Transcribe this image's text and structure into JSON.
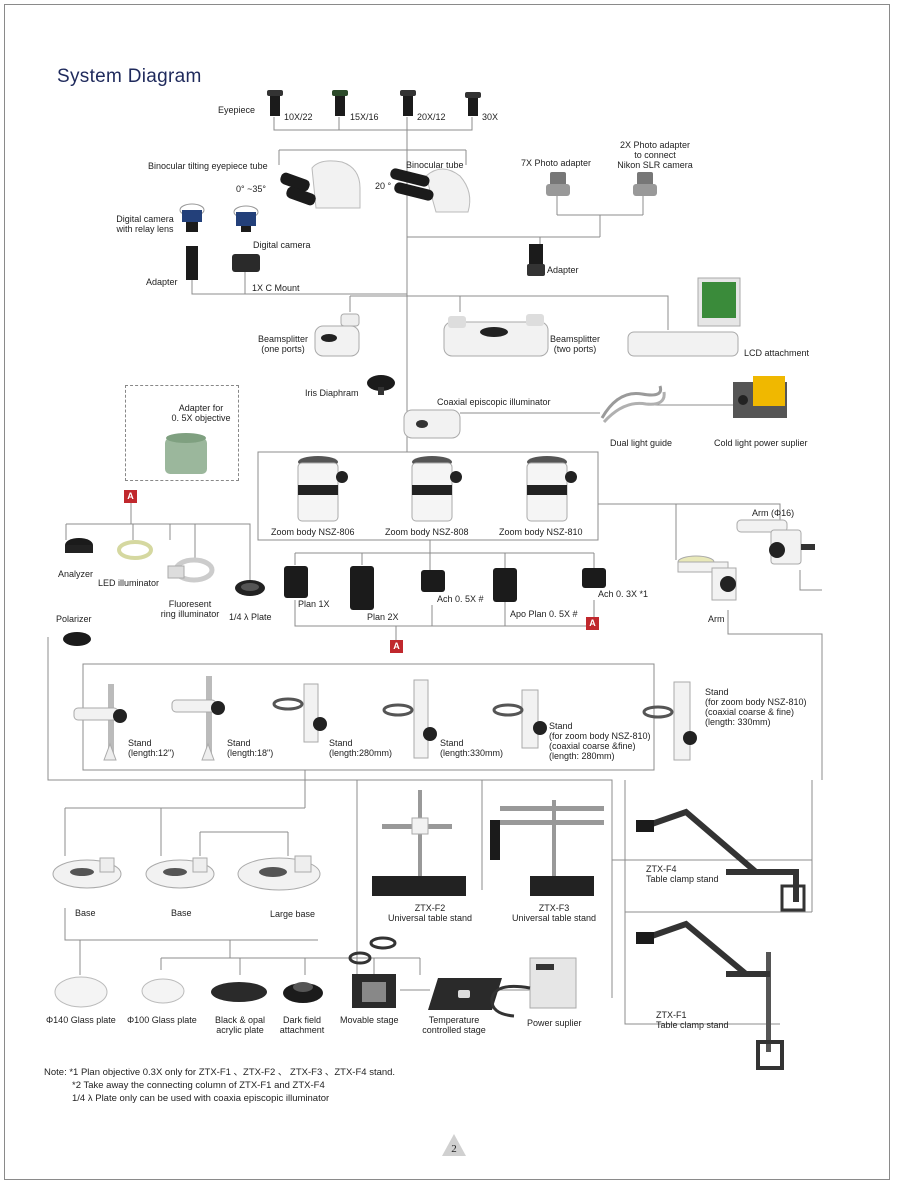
{
  "title": "System Diagram",
  "labels": {
    "eyepiece": "Eyepiece",
    "ep_10x22": "10X/22",
    "ep_15x16": "15X/16",
    "ep_20x12": "20X/12",
    "ep_30x": "30X",
    "binocular_tilting": "Binocular tilting eyepiece tube",
    "tilt_angle": "0° ~35°",
    "binocular_tube": "Binocular tube",
    "tube_angle": "20 °",
    "photo_7x": "7X Photo adapter",
    "photo_2x": "2X Photo adapter\nto connect\nNikon SLR camera",
    "digital_camera_relay": "Digital camera\nwith relay lens",
    "digital_camera": "Digital camera",
    "adapter_left": "Adapter",
    "c_mount": "1X C Mount",
    "adapter_right": "Adapter",
    "beamsplitter_one": "Beamsplitter\n(one ports)",
    "beamsplitter_two": "Beamsplitter\n(two ports)",
    "lcd_attachment": "LCD attachment",
    "iris_diaphram": "Iris Diaphram",
    "coaxial_illuminator": "Coaxial episcopic illuminator",
    "dual_light_guide": "Dual light guide",
    "cold_light": "Cold light power suplier",
    "adapter_05x": "Adapter for\n0. 5X objective",
    "zoom_806": "Zoom body NSZ-806",
    "zoom_808": "Zoom body NSZ-808",
    "zoom_810": "Zoom body NSZ-810",
    "arm_16": "Arm (Φ16)",
    "analyzer": "Analyzer",
    "led_illuminator": "LED illuminator",
    "fluoresent": "Fluoresent\nring illuminator",
    "quarter_plate": "1/4 λ Plate",
    "plan_1x": "Plan 1X",
    "plan_2x": "Plan 2X",
    "ach_05x": "Ach 0. 5X  #",
    "apo_plan": "Apo Plan 0. 5X  #",
    "ach_03x": "Ach 0. 3X *1",
    "polarizer": "Polarizer",
    "arm": "Arm",
    "stand_12": "Stand\n(length:12\")",
    "stand_18": "Stand\n(length:18\")",
    "stand_280": "Stand\n(length:280mm)",
    "stand_330": "Stand\n(length:330mm)",
    "stand_810_280": "Stand\n(for zoom body NSZ-810)\n(coaxial coarse &fine)\n(length: 280mm)",
    "stand_810_330": "Stand\n(for zoom body NSZ-810)\n(coaxial coarse & fine)\n(length: 330mm)",
    "base1": "Base",
    "base2": "Base",
    "large_base": "Large base",
    "ztx_f2": "ZTX-F2\nUniversal table stand",
    "ztx_f3": "ZTX-F3\nUniversal table stand",
    "ztx_f4": "ZTX-F4\nTable clamp stand",
    "ztx_f1": "ZTX-F1\nTable clamp stand",
    "glass_140": "Φ140 Glass plate",
    "glass_100": "Φ100 Glass plate",
    "black_opal": "Black & opal\nacrylic plate",
    "dark_field": "Dark field\nattachment",
    "movable_stage": "Movable stage",
    "temp_stage": "Temperature\ncontrolled stage",
    "power_suplier": "Power suplier"
  },
  "badges": {
    "a1": "A",
    "a2": "A",
    "a3": "A"
  },
  "notes": {
    "line1": "Note: *1 Plan objective 0.3X only for ZTX-F1 、ZTX-F2 、 ZTX-F3 、ZTX-F4  stand.",
    "line2": "*2 Take away the connecting column of ZTX-F1  and ZTX-F4",
    "line3": "1/4 λ Plate only can be used with coaxia episcopic illuminator"
  },
  "page_number": "2",
  "colors": {
    "title": "#1f2a5c",
    "badge": "#c0282d",
    "line": "#8c8c8c"
  }
}
